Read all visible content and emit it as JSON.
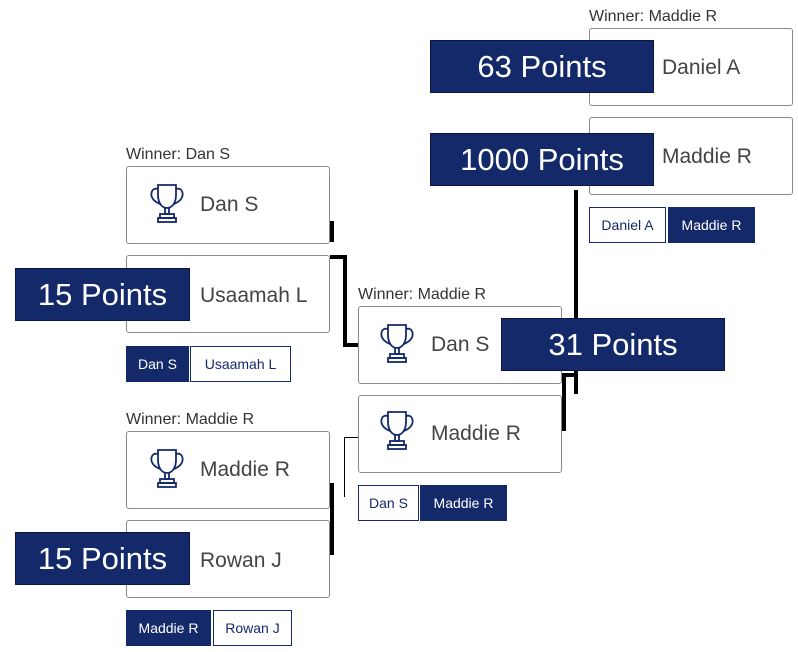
{
  "match1": {
    "winner_label": "Winner: Dan S",
    "player1": "Dan S",
    "player2": "Usaamah L",
    "points": "15 Points",
    "choice1": "Dan S",
    "choice2": "Usaamah L"
  },
  "match2": {
    "winner_label": "Winner: Maddie R",
    "player1": "Maddie R",
    "player2": "Rowan J",
    "points": "15 Points",
    "choice1": "Maddie R",
    "choice2": "Rowan J"
  },
  "semi": {
    "winner_label": "Winner: Maddie R",
    "player1": "Dan S",
    "player2": "Maddie R",
    "points": "31 Points",
    "choice1": "Dan S",
    "choice2": "Maddie R"
  },
  "final": {
    "winner_label": "Winner: Maddie R",
    "player1": "Daniel A",
    "player2": "Maddie R",
    "points_top": "63 Points",
    "points_bottom": "1000 Points",
    "choice1": "Daniel A",
    "choice2": "Maddie R"
  },
  "colors": {
    "accent": "#14296a",
    "line": "#000000",
    "border": "#8a8a8a"
  },
  "icons": {
    "trophy": "trophy-icon"
  }
}
